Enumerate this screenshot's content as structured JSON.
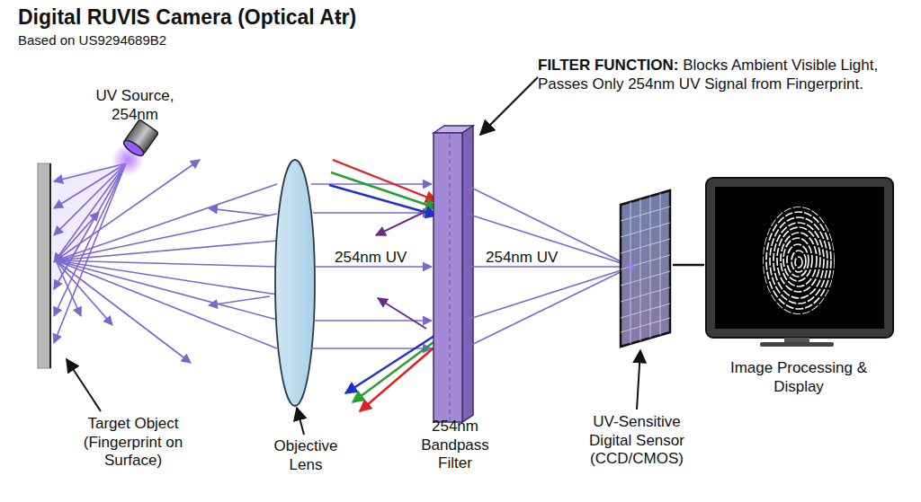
{
  "diagram": {
    "title": "Digital RUVIS Camera (Optical Aŧr)",
    "nodes": [
      {
        "text": [
          "Target Object (Fingerprint on Surface)"
        ]
      },
      {
        "text": [
          "UV Source, 254nm"
        ]
      },
      {
        "text": [
          "Objective Lens"
        ]
      },
      {
        "text": [
          "254nm Bandpass Filter"
        ]
      },
      {
        "text": [
          "UV-Sensitive Digital Sensor (CCD/CMOS)"
        ]
      },
      {
        "text": [
          "Image Processing & Display"
        ]
      }
    ],
    "edges": [
      {
        "from": 4,
        "to": 5,
        "arrow": "none"
      }
    ],
    "labels": [
      "Based on US9294689B2",
      "FILTER FUNCTION:",
      "Blocks Ambient Visible Light, Passes Only 254nm UV Signal from Fingerprint.",
      "254nm UV",
      "254nm UV"
    ]
  }
}
